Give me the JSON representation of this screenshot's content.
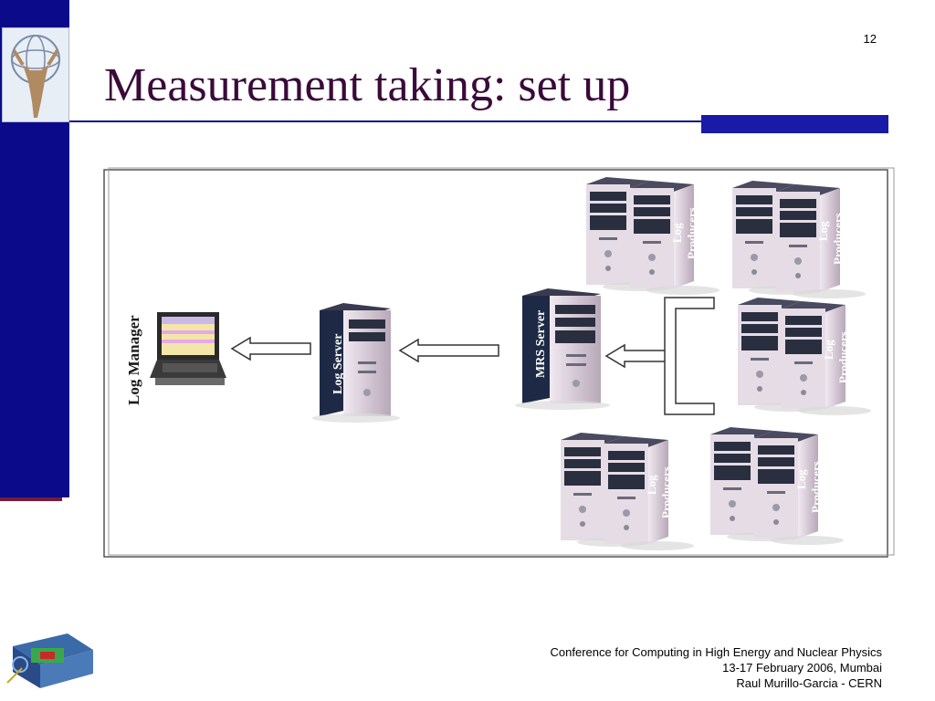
{
  "slide": {
    "number": "12",
    "title": "Measurement taking: set up"
  },
  "diagram": {
    "labels": {
      "log_manager": "Log Manager",
      "log_server": "Log Server",
      "mrs_server": "MRS Server",
      "producer_line1": "Log",
      "producer_line2": "Producers"
    }
  },
  "footer": {
    "line1": "Conference for Computing in High Energy and Nuclear Physics",
    "line2": "13-17 February 2006, Mumbai",
    "line3": "Raul Murillo-Garcia - CERN"
  },
  "colors": {
    "sidebar": "#0a0a8a",
    "title": "#3a0a3a",
    "accent_bar": "#1a1aa8",
    "server_panel": "#1e2a45",
    "server_body": "#d9cdd9"
  },
  "icons": [
    "atlas-logo-icon",
    "atlas-detector-icon",
    "laptop-icon",
    "server-tower-icon"
  ]
}
